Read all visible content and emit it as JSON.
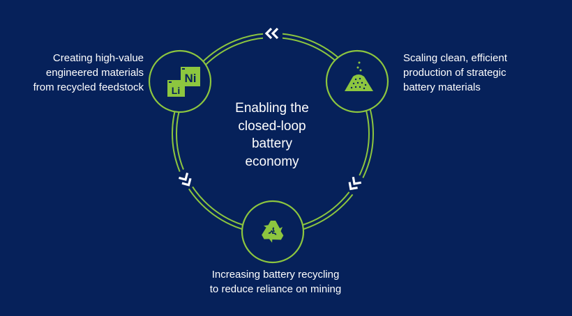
{
  "center": {
    "title": "Enabling the\nclosed-loop\nbattery\neconomy"
  },
  "nodes": {
    "left": {
      "label": "Creating high-value\nengineered materials\nfrom recycled feedstock",
      "icon": "element-tiles-icon",
      "symbols": [
        "Ni",
        "Li"
      ]
    },
    "right": {
      "label": "Scaling clean, efficient\nproduction of strategic\nbattery materials",
      "icon": "powder-pile-icon"
    },
    "bottom": {
      "label": "Increasing battery recycling\nto reduce reliance on mining",
      "icon": "recycle-icon"
    }
  },
  "colors": {
    "background": "#06215a",
    "accent": "#8dc63f",
    "text": "#ffffff"
  }
}
